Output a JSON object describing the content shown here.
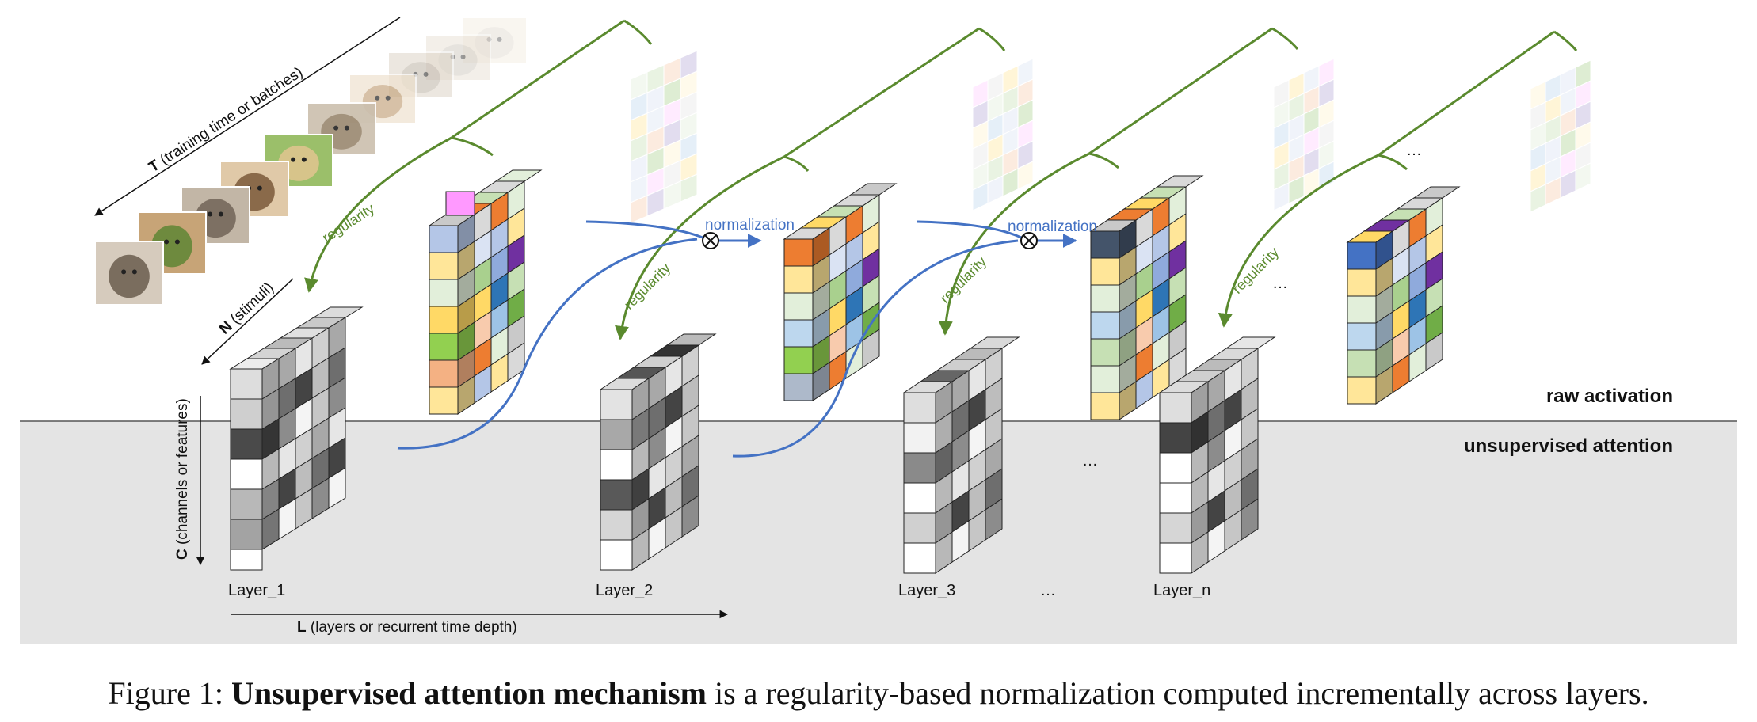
{
  "labels": {
    "raw_activation": "raw activation",
    "unsupervised_attention": "unsupervised attention",
    "normalization_1": "normalization",
    "normalization_2": "normalization",
    "regularity_1": "regularity",
    "regularity_2": "regularity",
    "regularity_3": "regularity",
    "regularity_4": "regularity",
    "axis_t_bold": "T",
    "axis_t_rest": " (training time or batches)",
    "axis_n_bold": "N",
    "axis_n_rest": " (stimuli)",
    "axis_c_bold": "C",
    "axis_c_rest": " (channels or features)",
    "axis_l_bold": "L",
    "axis_l_rest": " (layers or recurrent time depth)",
    "layer_1": "Layer_1",
    "layer_2": "Layer_2",
    "layer_3": "Layer_3",
    "layer_n": "Layer_n",
    "ellipsis_layers": "…",
    "ellipsis_attention": "…",
    "ellipsis_raw": "…",
    "ellipsis_top": "…"
  },
  "caption": {
    "prefix": "Figure 1: ",
    "bold": "Unsupervised attention mechanism",
    "rest": " is a regularity-based normalization computed incrementally across layers."
  },
  "colors": {
    "regularity_green": "#5a8a2e",
    "normalization_blue": "#4472c4",
    "attention_background": "#e4e4e4"
  },
  "icons": {
    "multiply": "circled-times-icon",
    "stimuli": "animal-photo-thumbnail"
  }
}
